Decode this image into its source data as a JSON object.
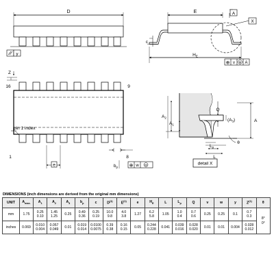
{
  "drawing": {
    "labels": {
      "D": "D",
      "E": "E",
      "A_ref": "A",
      "X_ref": "X",
      "c": "c",
      "y": "y",
      "HE": "H",
      "HE_sub": "E",
      "v": "v",
      "v_circle": "M",
      "A_datum": "A",
      "Z": "Z",
      "pin16": "16",
      "pin9": "9",
      "pin1": "1",
      "pin8": "8",
      "pin1_index": "pin 1 index",
      "e": "e",
      "bp": "b",
      "bp_sub": "p",
      "w": "w",
      "w_circle": "M",
      "Q": "Q",
      "A2": "A",
      "A2_sub": "2",
      "A1": "A",
      "A1_sub": "1",
      "A3": "(A",
      "A3_sub": "3",
      "A3_close": ")",
      "A_side": "A",
      "theta": "θ",
      "Lp": "L",
      "Lp_sub": "p",
      "L": "L",
      "detail": "detail X"
    }
  },
  "table": {
    "caption": "DIMENSIONS (inch dimensions are derived from the original mm dimensions)",
    "headers": [
      {
        "main": "UNIT",
        "sub": "",
        "sup": ""
      },
      {
        "main": "A",
        "sub": "max.",
        "sup": ""
      },
      {
        "main": "A",
        "sub": "1",
        "sup": ""
      },
      {
        "main": "A",
        "sub": "2",
        "sup": ""
      },
      {
        "main": "A",
        "sub": "3",
        "sup": ""
      },
      {
        "main": "b",
        "sub": "p",
        "sup": ""
      },
      {
        "main": "c",
        "sub": "",
        "sup": ""
      },
      {
        "main": "D",
        "sub": "",
        "sup": "(1)"
      },
      {
        "main": "E",
        "sub": "",
        "sup": "(1)"
      },
      {
        "main": "e",
        "sub": "",
        "sup": ""
      },
      {
        "main": "H",
        "sub": "E",
        "sup": ""
      },
      {
        "main": "L",
        "sub": "",
        "sup": ""
      },
      {
        "main": "L",
        "sub": "p",
        "sup": ""
      },
      {
        "main": "Q",
        "sub": "",
        "sup": ""
      },
      {
        "main": "v",
        "sub": "",
        "sup": ""
      },
      {
        "main": "w",
        "sub": "",
        "sup": ""
      },
      {
        "main": "y",
        "sub": "",
        "sup": ""
      },
      {
        "main": "Z",
        "sub": "",
        "sup": "(1)"
      },
      {
        "main": "θ",
        "sub": "",
        "sup": ""
      }
    ],
    "rows": [
      {
        "unit": "mm",
        "cells": [
          [
            "1.75"
          ],
          [
            "0.25",
            "0.10"
          ],
          [
            "1.45",
            "1.25"
          ],
          [
            "0.25"
          ],
          [
            "0.49",
            "0.36"
          ],
          [
            "0.25",
            "0.19"
          ],
          [
            "10.0",
            "9.8"
          ],
          [
            "4.0",
            "3.8"
          ],
          [
            "1.27"
          ],
          [
            "6.2",
            "5.8"
          ],
          [
            "1.05"
          ],
          [
            "1.0",
            "0.4"
          ],
          [
            "0.7",
            "0.6"
          ],
          [
            "0.25"
          ],
          [
            "0.25"
          ],
          [
            "0.1"
          ],
          [
            "0.7",
            "0.3"
          ]
        ]
      },
      {
        "unit": "inches",
        "cells": [
          [
            "0.069"
          ],
          [
            "0.010",
            "0.004"
          ],
          [
            "0.057",
            "0.049"
          ],
          [
            "0.01"
          ],
          [
            "0.019",
            "0.014"
          ],
          [
            "0.0100",
            "0.0075"
          ],
          [
            "0.39",
            "0.38"
          ],
          [
            "0.16",
            "0.15"
          ],
          [
            "0.05"
          ],
          [
            "0.244",
            "0.228"
          ],
          [
            "0.041"
          ],
          [
            "0.039",
            "0.016"
          ],
          [
            "0.028",
            "0.020"
          ],
          [
            "0.01"
          ],
          [
            "0.01"
          ],
          [
            "0.004"
          ],
          [
            "0.028",
            "0.012"
          ]
        ]
      }
    ],
    "theta": [
      "8°",
      "0°"
    ]
  }
}
